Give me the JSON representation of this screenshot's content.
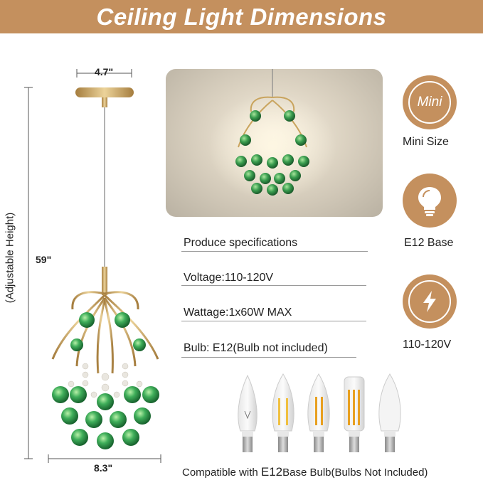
{
  "banner": {
    "title": "Ceiling Light Dimensions"
  },
  "dimensions": {
    "width_top": "4.7\"",
    "height": "59\"",
    "height_note": "(Adjustable Height)",
    "width_bottom": "8.3\""
  },
  "specs": {
    "heading": "Produce specifications",
    "voltage": "Voltage:110-120V",
    "wattage": "Wattage:1x60W MAX",
    "bulb_prefix": "Bulb: ",
    "bulb_base": "E12",
    "bulb_suffix": "(Bulb not included)"
  },
  "badges": [
    {
      "icon": "mini-text",
      "text": "Mini",
      "label": "Mini Size"
    },
    {
      "icon": "bulb-icon",
      "label": "E12 Base"
    },
    {
      "icon": "lightning-icon",
      "label": "110-120V"
    }
  ],
  "compat": {
    "prefix": "Compatible with ",
    "base": "E12",
    "suffix": "Base Bulb(Bulbs Not Included)"
  },
  "colors": {
    "accent": "#c4905e",
    "crystal_green": "#3fae5a",
    "gold": "#c9a45e"
  }
}
